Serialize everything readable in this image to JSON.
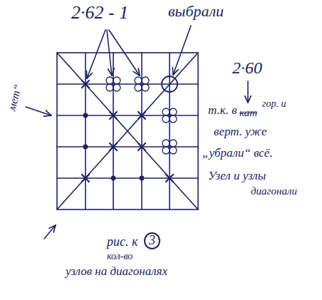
{
  "diagram": {
    "labels": [
      "2·62 - 1",
      "выбрали",
      "мет“",
      "2·60",
      "т.к. в",
      "кат",
      "гор. и",
      "верт. уже",
      "„убрали“ всё.",
      "Узел и узлы",
      "диагонали",
      "рис. к",
      "3",
      "кол-во",
      "узлов на диагоналях"
    ]
  }
}
